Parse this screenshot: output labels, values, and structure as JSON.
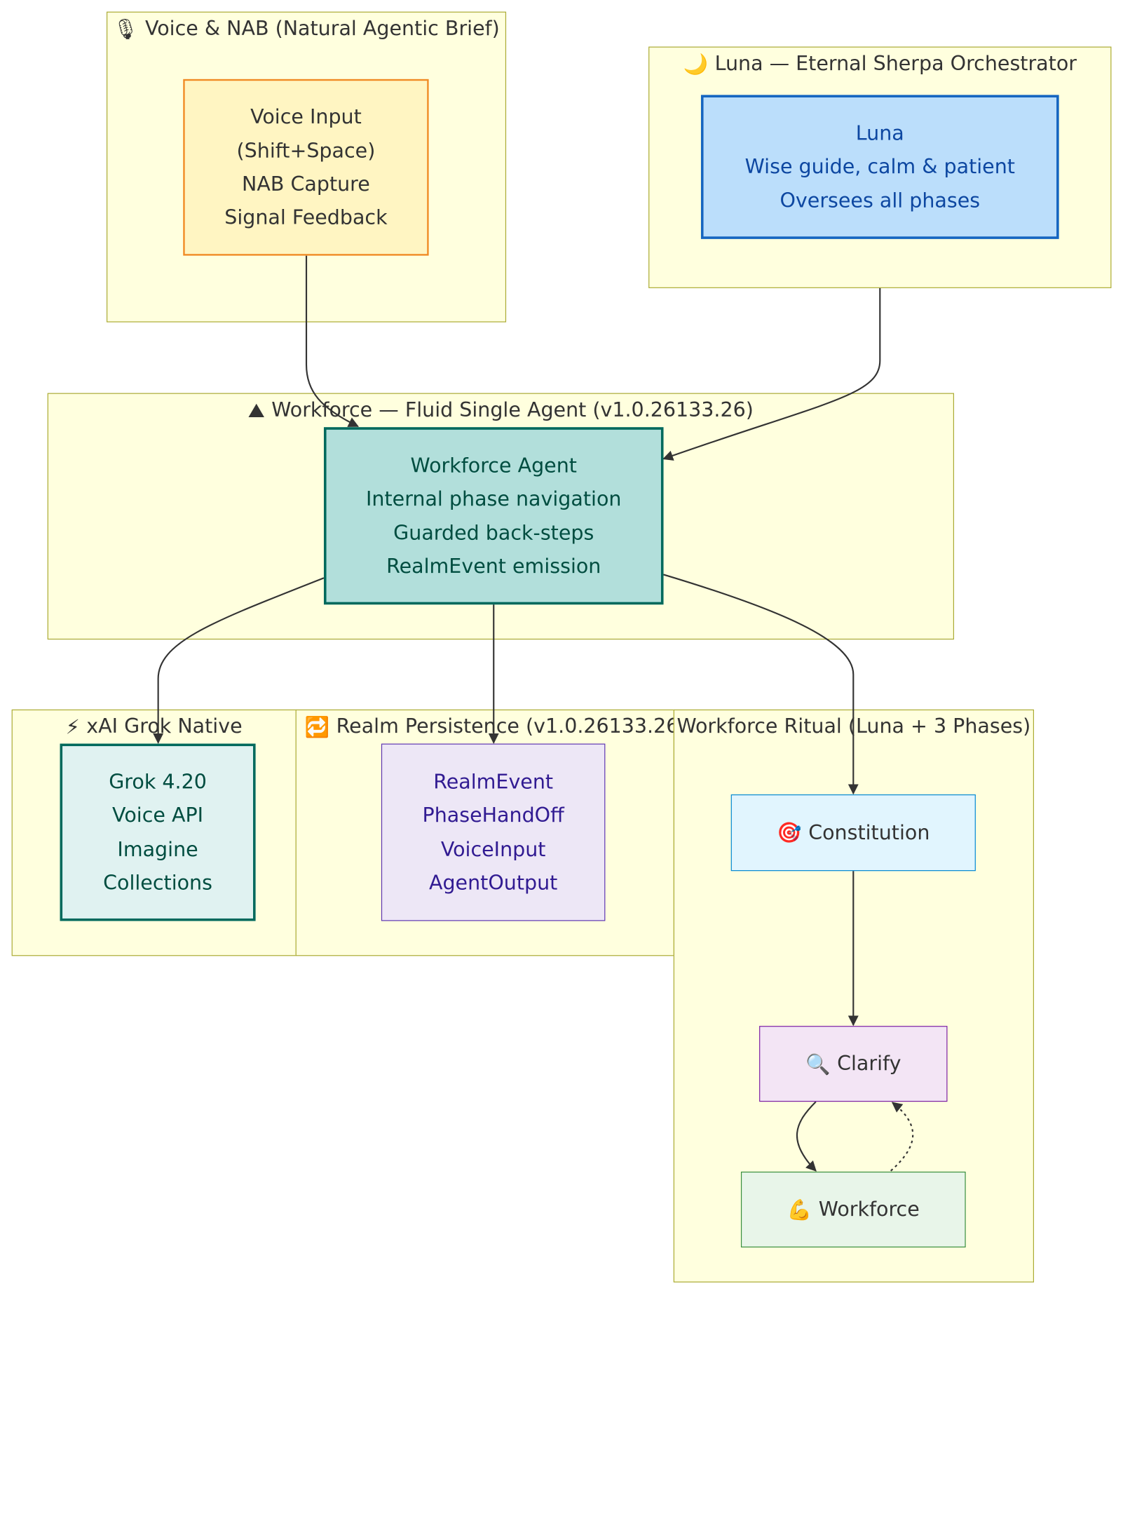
{
  "clusters": {
    "voice": {
      "title": "Voice & NAB (Natural Agentic Brief)",
      "icon": "microphone-icon",
      "glyph": "🎙"
    },
    "luna": {
      "title": "Luna — Eternal Sherpa Orchestrator",
      "icon": "crescent-moon-icon",
      "glyph": "🌙"
    },
    "workforce": {
      "title": "Workforce — Fluid Single Agent (v1.0.26133.26)",
      "icon": "mountain-icon",
      "glyph": "⛰"
    },
    "xai": {
      "title": "xAI Grok Native",
      "icon": "lightning-icon",
      "glyph": "⚡"
    },
    "realm": {
      "title": "Realm Persistence (v1.0.26133.26",
      "icon": "repeat-icon",
      "glyph": "🔁"
    },
    "ritual": {
      "title": "Workforce Ritual (Luna + 3 Phases)"
    }
  },
  "nodes": {
    "voice_input": {
      "lines": [
        "Voice Input",
        "(Shift+Space)",
        "NAB Capture",
        "Signal Feedback"
      ]
    },
    "luna": {
      "lines": [
        "Luna",
        "Wise guide, calm & patient",
        "Oversees all phases"
      ]
    },
    "workforce_agent": {
      "lines": [
        "Workforce Agent",
        "Internal phase navigation",
        "Guarded back-steps",
        "RealmEvent emission"
      ]
    },
    "grok": {
      "lines": [
        "Grok 4.20",
        "Voice API",
        "Imagine",
        "Collections"
      ]
    },
    "realm": {
      "lines": [
        "RealmEvent",
        "PhaseHandOff",
        "VoiceInput",
        "AgentOutput"
      ]
    },
    "constitution": {
      "label": "Constitution",
      "icon": "target-icon",
      "glyph": "🎯"
    },
    "clarify": {
      "label": "Clarify",
      "icon": "magnifier-icon",
      "glyph": "🔍"
    },
    "workforce_phase": {
      "label": "Workforce",
      "icon": "flexed-biceps-icon",
      "glyph": "💪"
    }
  },
  "colors": {
    "cluster_fill": "#ffffde",
    "cluster_border": "#aaaa33",
    "edge": "#333333",
    "voice_fill": "#fff5c2",
    "voice_border": "#f08a24",
    "luna_fill": "#bbdefb",
    "luna_border": "#1565c0",
    "luna_text": "#0d47a1",
    "agent_fill": "#b2dfdb",
    "agent_border": "#00695c",
    "agent_text": "#004d40",
    "grok_fill": "#e0f2f1",
    "grok_border": "#00695c",
    "grok_text": "#004d40",
    "realm_fill": "#ede7f6",
    "realm_border": "#5e35b1",
    "realm_text": "#311b92",
    "constitution_fill": "#e1f5fe",
    "constitution_border": "#0288d1",
    "clarify_fill": "#f3e5f5",
    "clarify_border": "#7b1fa2",
    "workforce_fill": "#e8f5e9",
    "workforce_border": "#388e3c"
  }
}
